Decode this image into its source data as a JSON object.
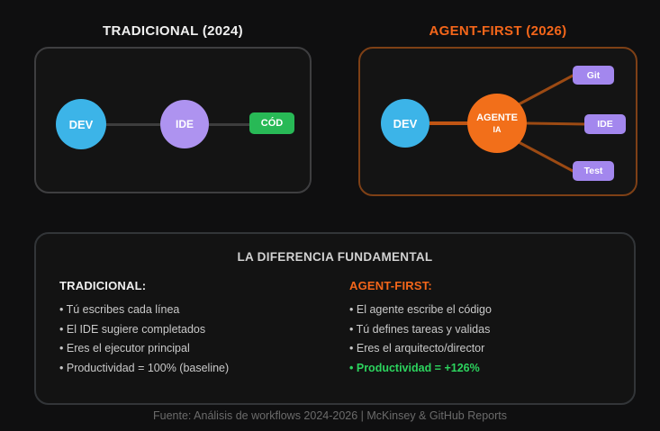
{
  "headers": {
    "traditional": "TRADICIONAL (2024)",
    "agent_first": "AGENT-FIRST (2026)"
  },
  "traditional_panel": {
    "dev": "DEV",
    "ide": "IDE",
    "cod": "CÓD"
  },
  "agent_panel": {
    "dev": "DEV",
    "agent_line1": "AGENTE",
    "agent_line2": "IA",
    "git": "Git",
    "ide": "IDE",
    "test": "Test"
  },
  "comparison": {
    "title": "LA DIFERENCIA FUNDAMENTAL",
    "left": {
      "heading": "TRADICIONAL:",
      "items": [
        "Tú escribes cada línea",
        "El IDE sugiere completados",
        "Eres el ejecutor principal",
        "Productividad = 100% (baseline)"
      ]
    },
    "right": {
      "heading": "AGENT-FIRST:",
      "items": [
        "El agente escribe el código",
        "Tú defines tareas y validas",
        "Eres el arquitecto/director",
        "Productividad = +126%"
      ]
    }
  },
  "footer": "Fuente: Análisis de workflows 2024-2026 | McKinsey & GitHub Reports",
  "colors": {
    "background": "#0f0f10",
    "accent_orange": "#f4661a",
    "node_blue": "#3cb4e8",
    "node_purple": "#ae93f0",
    "node_green": "#28b956",
    "node_orange": "#f26f1a",
    "highlight_green": "#2cd45e"
  }
}
